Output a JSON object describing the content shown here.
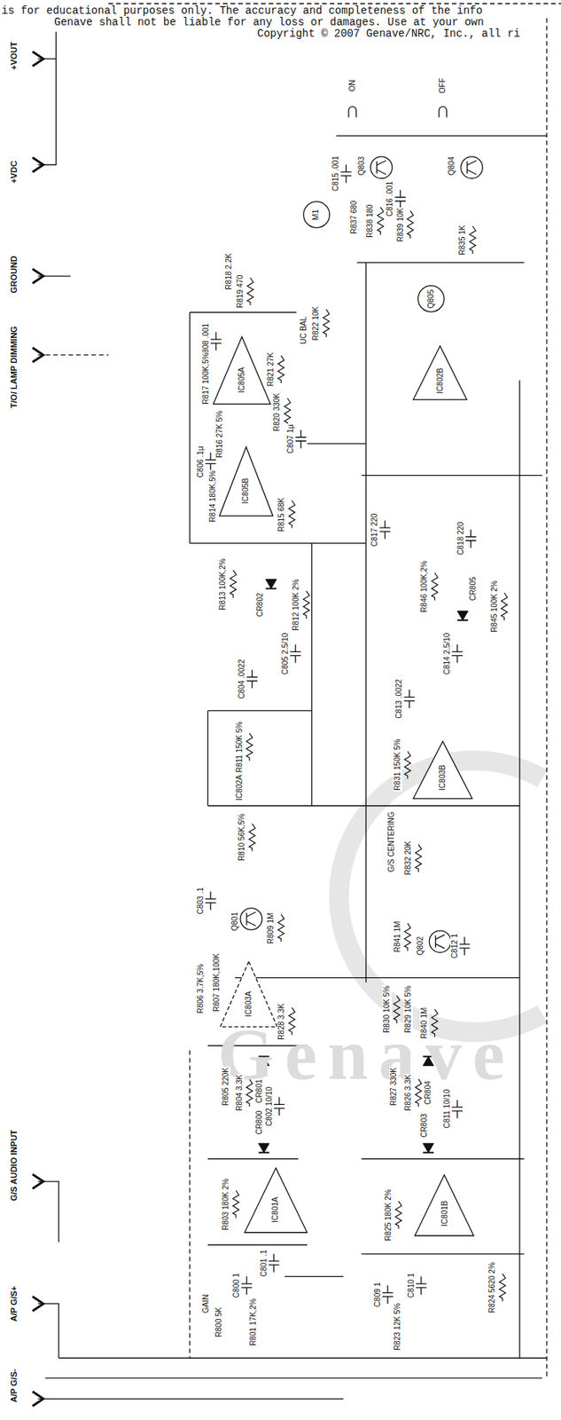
{
  "diagram": {
    "nodes": [
      {
        "text": [
          "IC805A"
        ]
      },
      {
        "text": [
          "IC805B"
        ]
      },
      {
        "text": [
          "IC802B"
        ]
      },
      {
        "text": [
          "IC803B"
        ]
      },
      {
        "text": [
          "IC803A"
        ]
      },
      {
        "text": [
          "IC801A"
        ]
      },
      {
        "text": [
          "IC801B"
        ]
      },
      {
        "text": [
          "M1"
        ]
      },
      {
        "text": [
          "Q805"
        ]
      }
    ],
    "labels": [
      "is for educational purposes only.  The accuracy and completeness of the info",
      "Genave shall not be liable for any loss or damages.  Use at your own",
      "Copyright © 2007 Genave/NRC, Inc., all ri",
      "+VOUT",
      "+VDC",
      "GROUND",
      "T/O/ LAMP DIMMING",
      "G/S AUDIO INPUT",
      "A/P G/S+",
      "A/P G/S-",
      "ON",
      "OFF",
      "Q803",
      "Q804",
      "C815 .001",
      "C816 .001",
      "R837 680",
      "R838 180",
      "R839 10K",
      "R835 1K",
      "R818 2.2K",
      "R819 470",
      "UC BAL",
      "R822 10K",
      "C808 .001",
      "R817 100K,5%",
      "R821 27K",
      "R820 330K",
      "C807 1µ",
      "R816 27K 5%",
      "C806 .1µ",
      "R814 180K,5%",
      "R815 68K",
      "C817 220",
      "C818 220",
      "R813 100K,2%",
      "CR802",
      "R812 100K 2%",
      "R846 100K,2%",
      "CR805",
      "R845 100K 2%",
      "C805 2.5/10",
      "C814 2.5/10",
      "C804 .0022",
      "C813 .0022",
      "R811 150K 5%",
      "IC802A",
      "R831 150K 5%",
      "R810 56K,5%",
      "G/S CENTERING",
      "R832 20K",
      "C803 .1",
      "Q801",
      "R809 1M",
      "R841 1M",
      "Q802",
      "C812 1",
      "R806 3.7K,5%",
      "R807 180K,100K",
      "R828 3.3K",
      "R830 10K 5%",
      "R829 10K 5%",
      "R840 1M",
      "R805 220K",
      "R804 3.3K",
      "CR801",
      "C802 10/10",
      "R827 330K",
      "R826 3.3K",
      "CR804",
      "C811 10/10",
      "CR800",
      "CR803",
      "R803 180K 2%",
      "R825 180K 2%",
      "GAIN",
      "R800 5K",
      "C800 1",
      "R801 17K,2%",
      "C801 .1",
      "C809 1",
      "C810 1",
      "R823 12K 5%",
      "R824 5620 2%",
      "Genave"
    ]
  }
}
